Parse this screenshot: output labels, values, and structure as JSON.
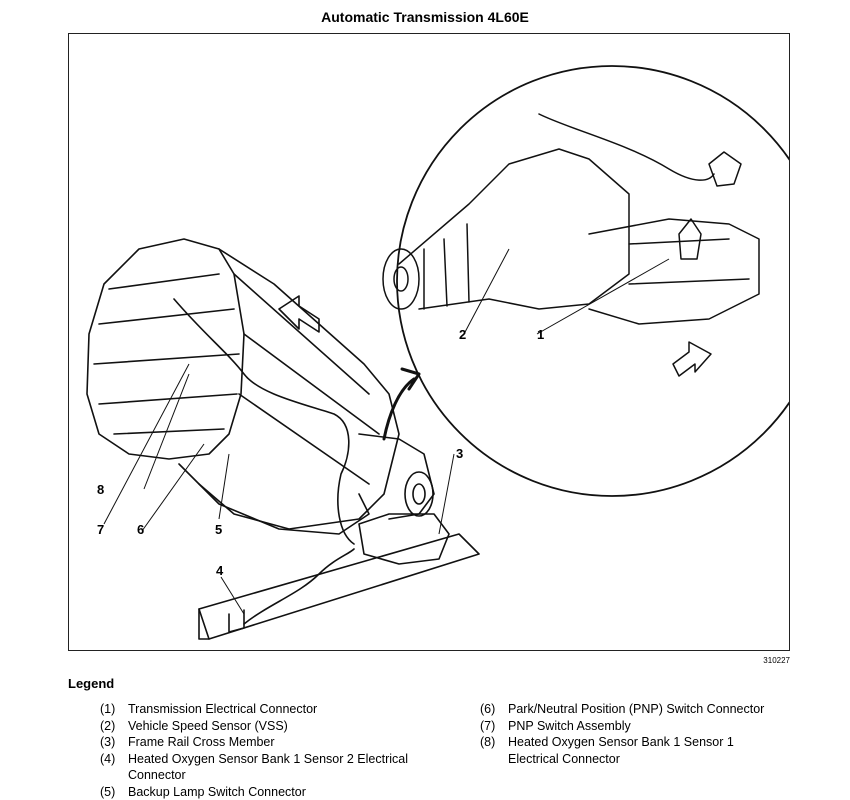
{
  "title": "Automatic Transmission 4L60E",
  "figure_id": "310227",
  "legend": {
    "heading": "Legend",
    "items": [
      {
        "num": "(1)",
        "text": "Transmission Electrical Connector"
      },
      {
        "num": "(2)",
        "text": "Vehicle Speed Sensor (VSS)"
      },
      {
        "num": "(3)",
        "text": "Frame Rail Cross Member"
      },
      {
        "num": "(4)",
        "text": "Heated Oxygen Sensor Bank 1 Sensor 2 Electrical Connector"
      },
      {
        "num": "(5)",
        "text": "Backup Lamp Switch Connector"
      },
      {
        "num": "(6)",
        "text": "Park/Neutral Position (PNP) Switch Connector"
      },
      {
        "num": "(7)",
        "text": "PNP Switch Assembly"
      },
      {
        "num": "(8)",
        "text": "Heated Oxygen Sensor Bank 1 Sensor 1 Electrical Connector"
      }
    ]
  },
  "callouts": [
    "1",
    "2",
    "3",
    "4",
    "5",
    "6",
    "7",
    "8"
  ]
}
